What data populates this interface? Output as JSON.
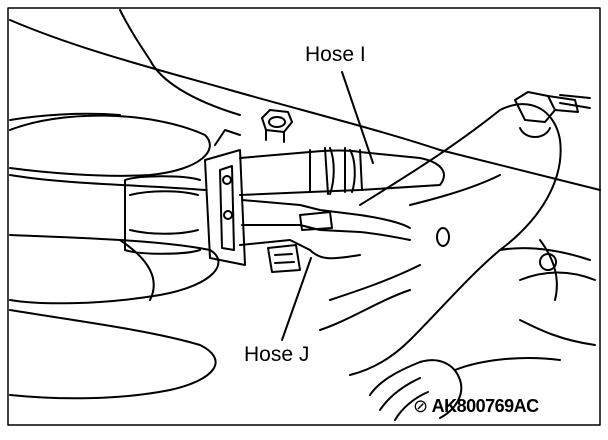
{
  "labels": {
    "hose_i": "Hose I",
    "hose_j": "Hose J"
  },
  "reference": {
    "code": "AK800769AC",
    "icon": "view-direction-icon"
  },
  "colors": {
    "line": "#000000",
    "background": "#ffffff"
  }
}
